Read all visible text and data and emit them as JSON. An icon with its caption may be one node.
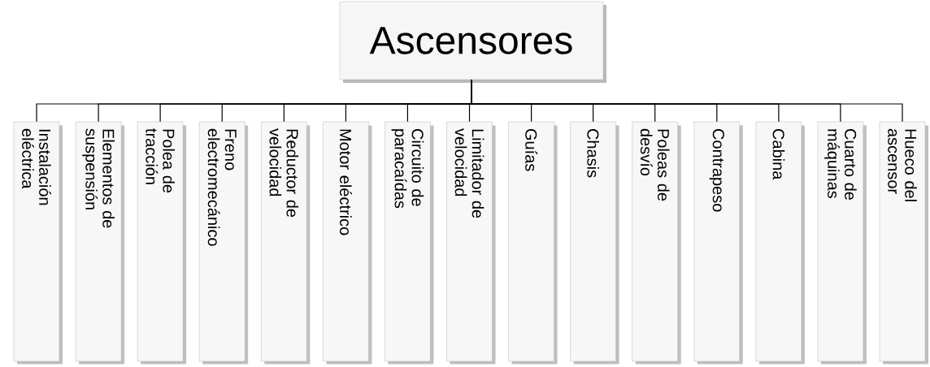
{
  "diagram": {
    "nodes": [
      {
        "text": [
          "Ascensores"
        ]
      },
      {
        "text": [
          "Instalación eléctrica"
        ]
      },
      {
        "text": [
          "Elementos de suspensión"
        ]
      },
      {
        "text": [
          "Polea de tracción"
        ]
      },
      {
        "text": [
          "Freno electromecánico"
        ]
      },
      {
        "text": [
          "Reductor de velocidad"
        ]
      },
      {
        "text": [
          "Motor eléctrico"
        ]
      },
      {
        "text": [
          "Circuito de paracaídas"
        ]
      },
      {
        "text": [
          "Limitador de velocidad"
        ]
      },
      {
        "text": [
          "Guías"
        ]
      },
      {
        "text": [
          "Chasis"
        ]
      },
      {
        "text": [
          "Poleas de desvío"
        ]
      },
      {
        "text": [
          "Contrapeso"
        ]
      },
      {
        "text": [
          "Cabina"
        ]
      },
      {
        "text": [
          "Cuarto de máquinas"
        ]
      },
      {
        "text": [
          "Hueco del ascensor"
        ]
      }
    ],
    "edges": [
      {
        "from": 0,
        "to": 1,
        "arrow": "none"
      },
      {
        "from": 0,
        "to": 2,
        "arrow": "none"
      },
      {
        "from": 0,
        "to": 3,
        "arrow": "none"
      },
      {
        "from": 0,
        "to": 4,
        "arrow": "none"
      },
      {
        "from": 0,
        "to": 5,
        "arrow": "none"
      },
      {
        "from": 0,
        "to": 6,
        "arrow": "none"
      },
      {
        "from": 0,
        "to": 7,
        "arrow": "none"
      },
      {
        "from": 0,
        "to": 8,
        "arrow": "none"
      },
      {
        "from": 0,
        "to": 9,
        "arrow": "none"
      },
      {
        "from": 0,
        "to": 10,
        "arrow": "none"
      },
      {
        "from": 0,
        "to": 11,
        "arrow": "none"
      },
      {
        "from": 0,
        "to": 12,
        "arrow": "none"
      },
      {
        "from": 0,
        "to": 13,
        "arrow": "none"
      },
      {
        "from": 0,
        "to": 14,
        "arrow": "none"
      },
      {
        "from": 0,
        "to": 15,
        "arrow": "none"
      }
    ]
  }
}
